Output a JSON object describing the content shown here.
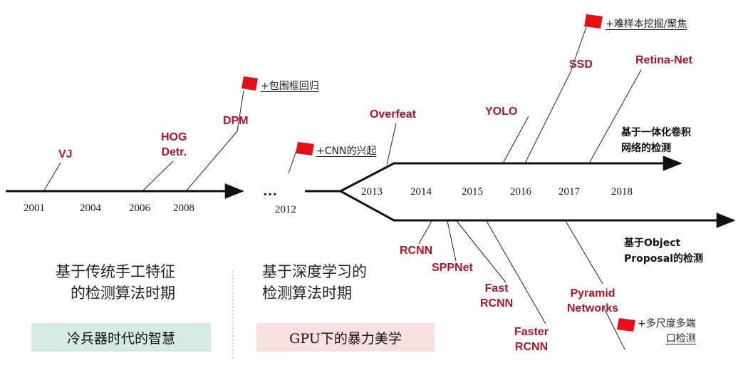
{
  "colors": {
    "label_red": "#b0132a",
    "flag_red": "#e3101a",
    "box_green": "#d6ebe6",
    "box_pink": "#f6e0e0",
    "line": "#111111"
  },
  "years": {
    "y2001": "2001",
    "y2004": "2004",
    "y2006": "2006",
    "y2008": "2008",
    "y2012": "2012",
    "y2013": "2013",
    "y2014": "2014",
    "y2015": "2015",
    "y2016": "2016",
    "y2017": "2017",
    "y2018": "2018"
  },
  "ellipsis": "…",
  "methods": {
    "vj": "VJ",
    "hog_1": "HOG",
    "hog_2": "Detr.",
    "dpm": "DPM",
    "overfeat": "Overfeat",
    "yolo": "YOLO",
    "ssd": "SSD",
    "retina": "Retina-Net",
    "rcnn": "RCNN",
    "sppnet": "SPPNet",
    "fast_1": "Fast",
    "fast_2": "RCNN",
    "faster_1": "Faster",
    "faster_2": "RCNN",
    "pyramid_1": "Pyramid",
    "pyramid_2": "Networks"
  },
  "milestones": {
    "bbox": "+包围框回归",
    "cnn": "+CNN的兴起",
    "hard": "+难样本挖掘/聚焦",
    "multi_1": "+多尺度多端",
    "multi_2": "口检测"
  },
  "branches": {
    "one_stage_1": "基于一体化卷积",
    "one_stage_2": "网络的检测",
    "two_stage_1": "基于Object",
    "two_stage_2": "Proposal的检测"
  },
  "eras": {
    "traditional_1": "基于传统手工特征",
    "traditional_2": "的检测算法时期",
    "deep_1": "基于深度学习的",
    "deep_2": "检测算法时期"
  },
  "boxes": {
    "cold": "冷兵器时代的智慧",
    "gpu": "GPU下的暴力美学"
  }
}
